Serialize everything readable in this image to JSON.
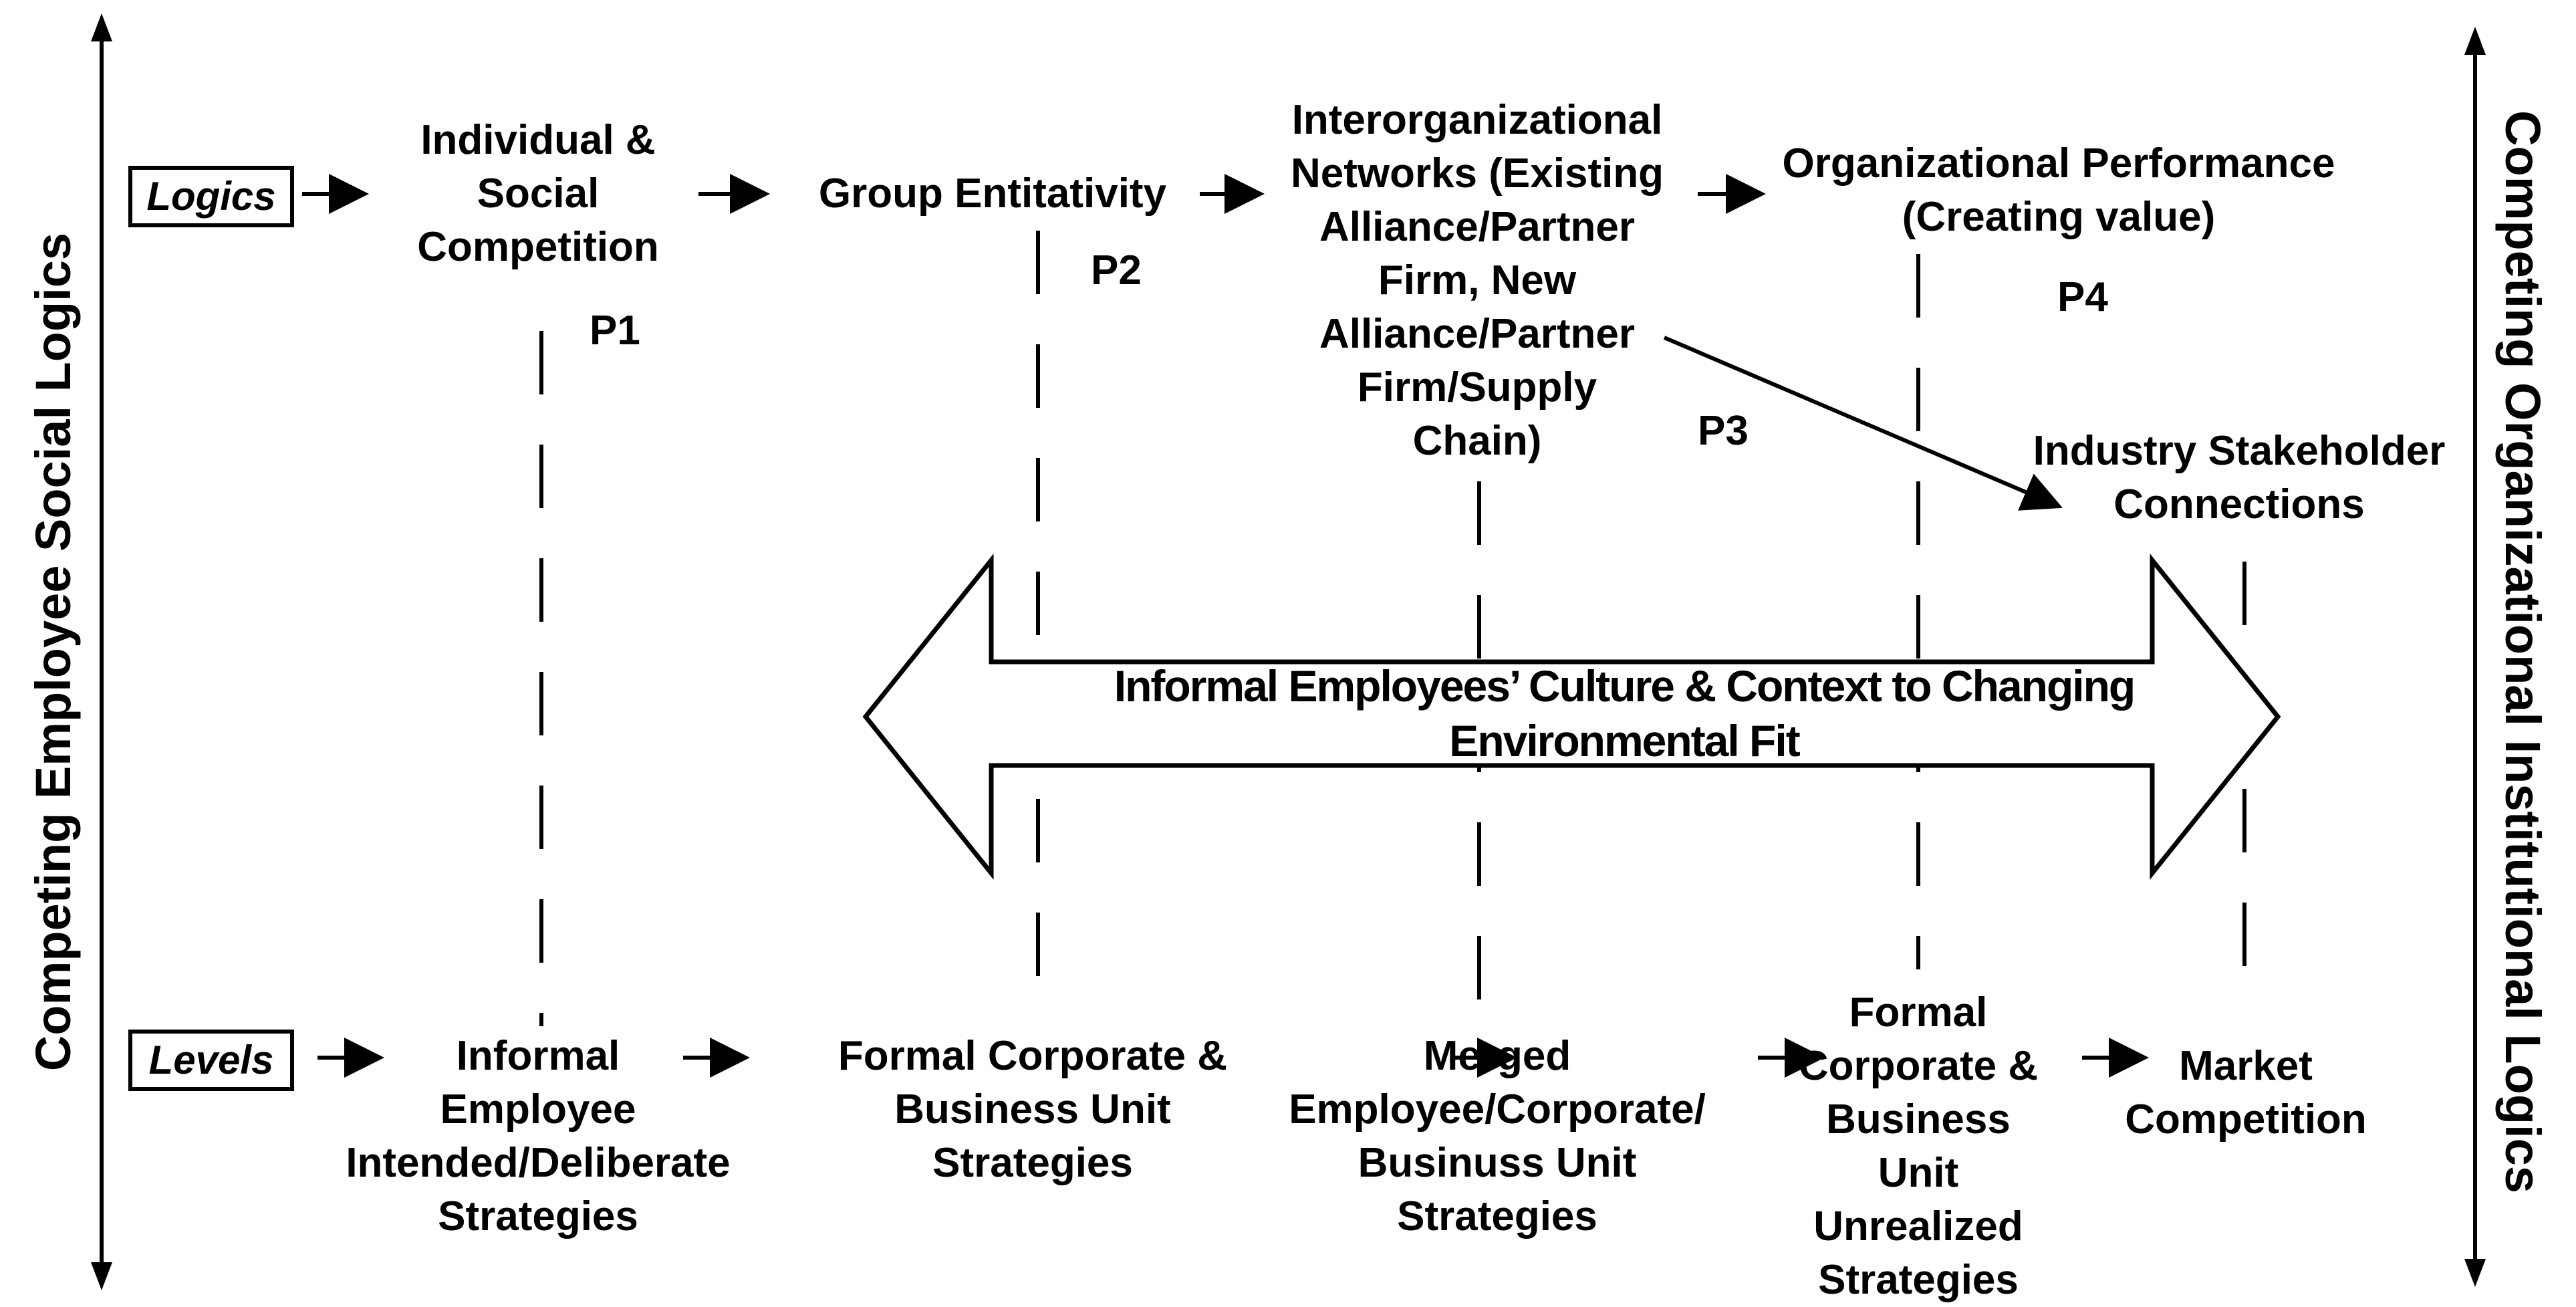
{
  "side_labels": {
    "left": "Competing Employee Social Logics",
    "right": "Competing Organizational Institutional Logics"
  },
  "row_labels": {
    "logics": "Logics",
    "levels": "Levels"
  },
  "logics_nodes": {
    "individual": [
      "Individual &",
      "Social",
      "Competition"
    ],
    "group": [
      "Group Entitativity"
    ],
    "interorg": [
      "Interorganizational",
      "Networks (Existing",
      "Alliance/Partner",
      "Firm, New",
      "Alliance/Partner",
      "Firm/Supply",
      "Chain)"
    ],
    "performance": [
      "Organizational Performance",
      "(Creating value)"
    ],
    "stakeholder": [
      "Industry Stakeholder",
      "Connections"
    ]
  },
  "propositions": {
    "p1": "P1",
    "p2": "P2",
    "p3": "P3",
    "p4": "P4"
  },
  "levels_nodes": {
    "informal": [
      "Informal",
      "Employee",
      "Intended/Deliberate",
      "Strategies"
    ],
    "formal": [
      "Formal Corporate &",
      "Business Unit",
      "Strategies"
    ],
    "merged": [
      "Merged",
      "Employee/Corporate/",
      "Businuss Unit",
      "Strategies"
    ],
    "unrealized": [
      "Formal",
      "Corporate &",
      "Business",
      "Unit",
      "Unrealized",
      "Strategies"
    ],
    "market": [
      "Market",
      "Competition"
    ]
  },
  "banner": [
    "Informal Employees’ Culture & Context to Changing",
    "Environmental Fit"
  ]
}
